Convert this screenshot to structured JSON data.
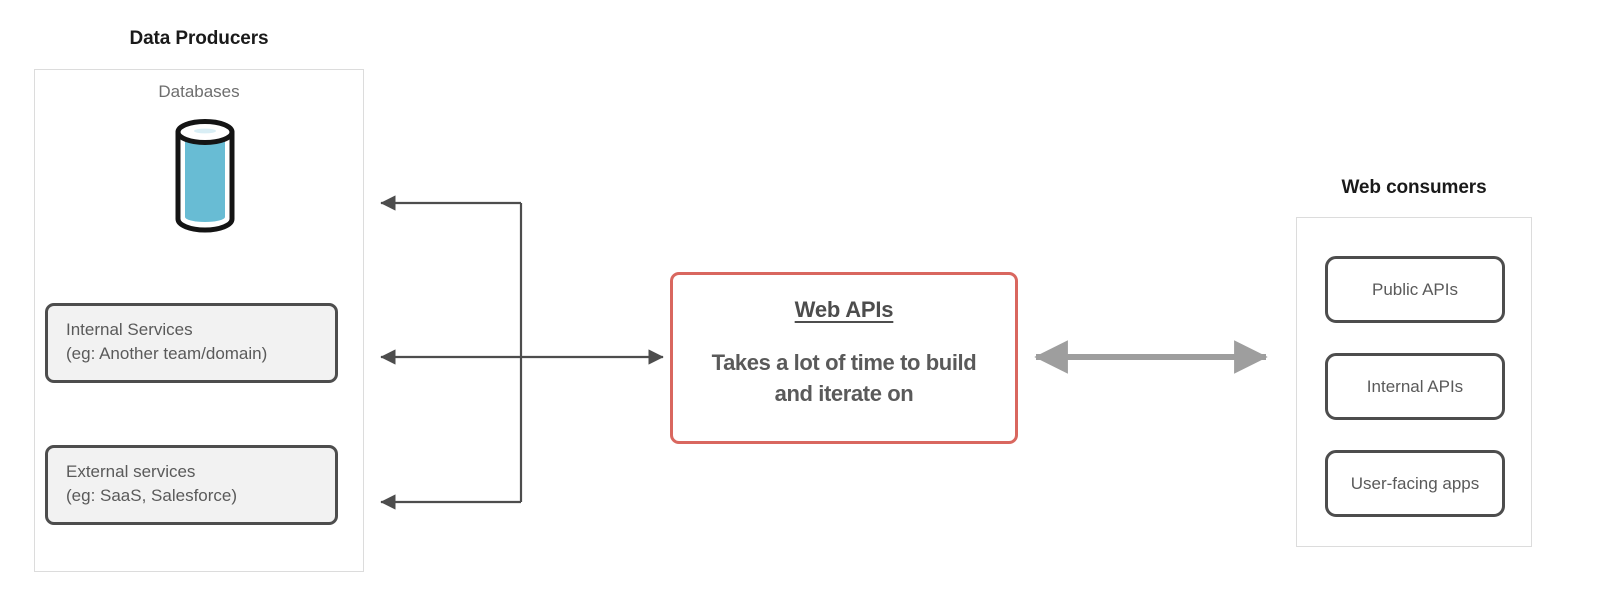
{
  "diagram": {
    "title_producers": "Data Producers",
    "title_consumers": "Web consumers",
    "databases_label": "Databases",
    "producers": [
      {
        "name": "internal-services",
        "line1": "Internal Services",
        "line2": "(eg: Another team/domain)"
      },
      {
        "name": "external-services",
        "line1": "External services",
        "line2": "(eg: SaaS, Salesforce)"
      }
    ],
    "center": {
      "title": "Web APIs",
      "subtitle": "Takes a lot of time to build and iterate on"
    },
    "consumers": [
      {
        "name": "public-apis",
        "label": "Public APIs"
      },
      {
        "name": "internal-apis",
        "label": "Internal APIs"
      },
      {
        "name": "user-facing-apps",
        "label": "User-facing apps"
      }
    ],
    "icons": {
      "database": "database-cylinder-icon"
    },
    "colors": {
      "center_border": "#d9675f",
      "card_border": "#4d4d4d",
      "card_fill": "#f2f2f2",
      "group_border": "#dcdcdc",
      "db_fill": "#68bcd4",
      "connector_dark": "#4d4d4d",
      "connector_gray": "#9e9e9e",
      "title_text": "#1a1a1a",
      "body_text": "#5a5a5a"
    }
  }
}
